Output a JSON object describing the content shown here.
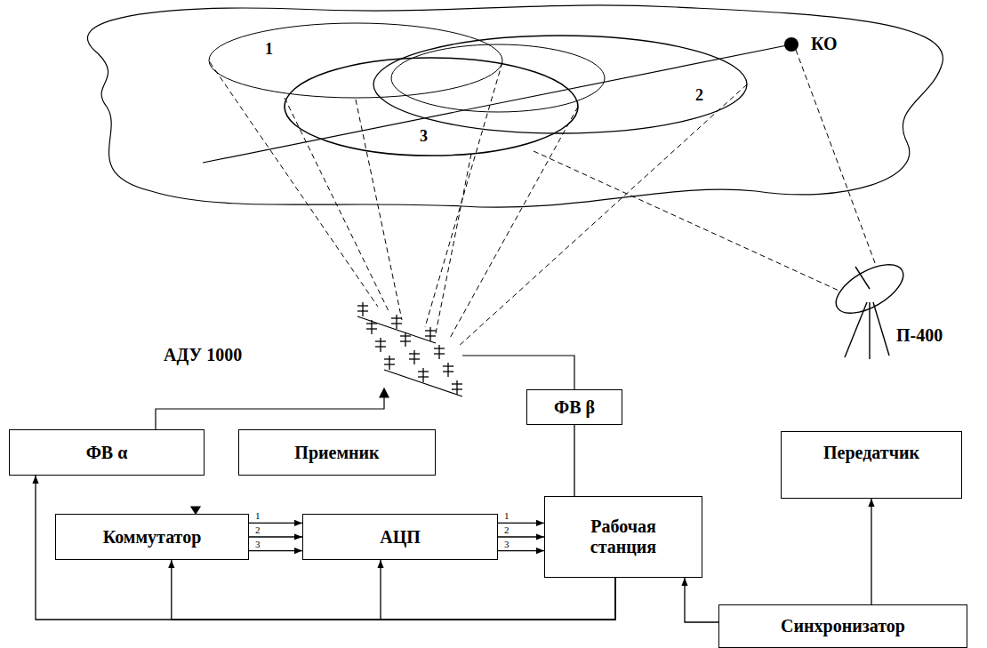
{
  "diagram": {
    "nodes": [
      {
        "text": [
          "ФВ α"
        ]
      },
      {
        "text": [
          "ФВ β"
        ]
      },
      {
        "text": [
          "Приемник"
        ]
      },
      {
        "text": [
          "Передатчик"
        ]
      },
      {
        "text": [
          "Коммутатор"
        ]
      },
      {
        "text": [
          "АЦП"
        ]
      },
      {
        "text": [
          "Рабочая станция"
        ]
      },
      {
        "text": [
          "Синхронизатор"
        ]
      }
    ],
    "edges": [
      {
        "from": 4,
        "to": 5,
        "label": "1",
        "arrow": "to"
      },
      {
        "from": 4,
        "to": 5,
        "label": "2",
        "arrow": "to"
      },
      {
        "from": 4,
        "to": 5,
        "label": "3",
        "arrow": "to"
      },
      {
        "from": 5,
        "to": 6,
        "label": "1",
        "arrow": "to"
      },
      {
        "from": 5,
        "to": 6,
        "label": "2",
        "arrow": "to"
      },
      {
        "from": 5,
        "to": 6,
        "label": "3",
        "arrow": "to"
      },
      {
        "from": 1,
        "to": 6,
        "arrow": "none"
      },
      {
        "from": 6,
        "to": 0,
        "arrow": "to"
      },
      {
        "from": 6,
        "to": 4,
        "arrow": "to"
      },
      {
        "from": 6,
        "to": 5,
        "arrow": "to"
      },
      {
        "from": 7,
        "to": 6,
        "arrow": "to"
      },
      {
        "from": 7,
        "to": 3,
        "arrow": "to"
      }
    ],
    "labels": [
      "1",
      "КО",
      "2",
      "3",
      "АДУ 1000",
      "П-400"
    ]
  }
}
